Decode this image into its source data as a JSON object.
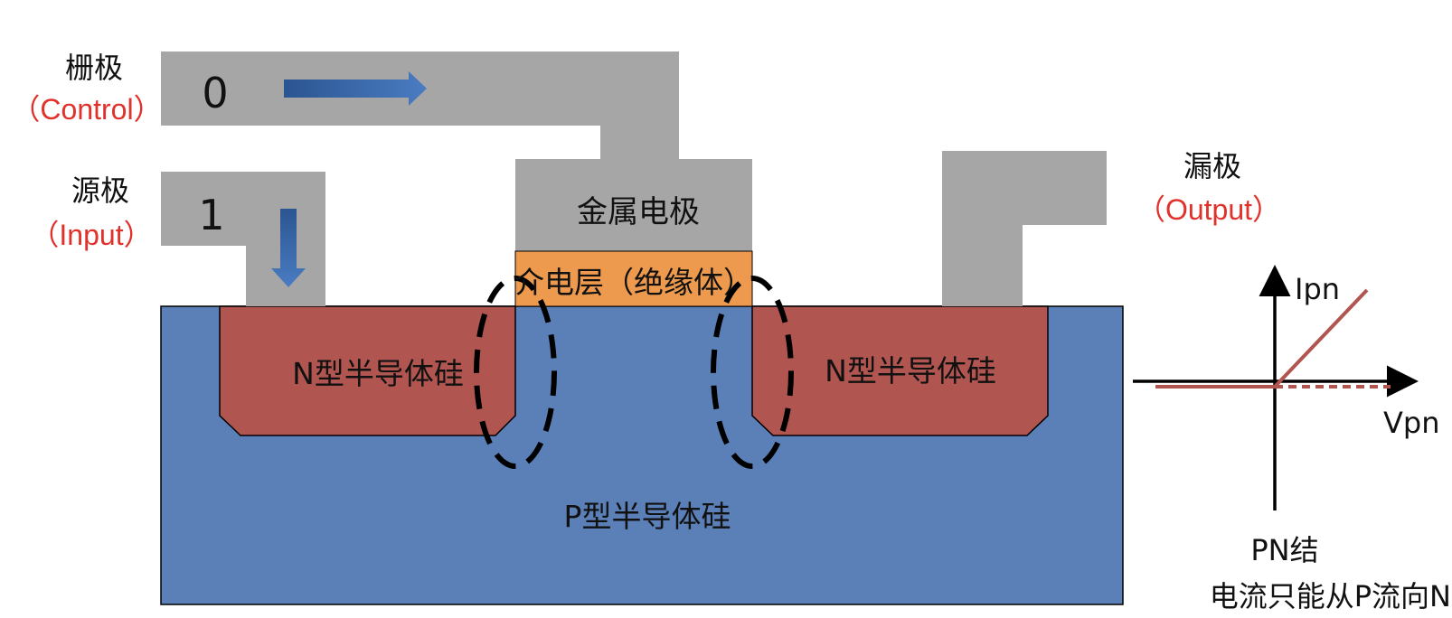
{
  "labels": {
    "gate_cn": "栅极",
    "gate_en": "（Control）",
    "source_cn": "源极",
    "source_en": "（Input）",
    "drain_cn": "漏极",
    "drain_en": "（Output）",
    "gate_value": "0",
    "source_value": "1",
    "metal_electrode": "金属电极",
    "dielectric": "介电层（绝缘体）",
    "n_region_left": "N型半导体硅",
    "n_region_right": "N型半导体硅",
    "p_substrate": "P型半导体硅"
  },
  "pn_plot": {
    "y_axis_label": "Ipn",
    "x_axis_label": "Vpn",
    "caption_line1": "PN结",
    "caption_line2": "电流只能从P流向N"
  },
  "colors": {
    "metal": "#a6a6a6",
    "dielectric": "#ed9a4e",
    "n_silicon": "#b0554f",
    "p_silicon": "#5b80b8",
    "arrow": "#3f6fb4",
    "label_accent": "#e0312b",
    "curve": "#b0554f"
  }
}
